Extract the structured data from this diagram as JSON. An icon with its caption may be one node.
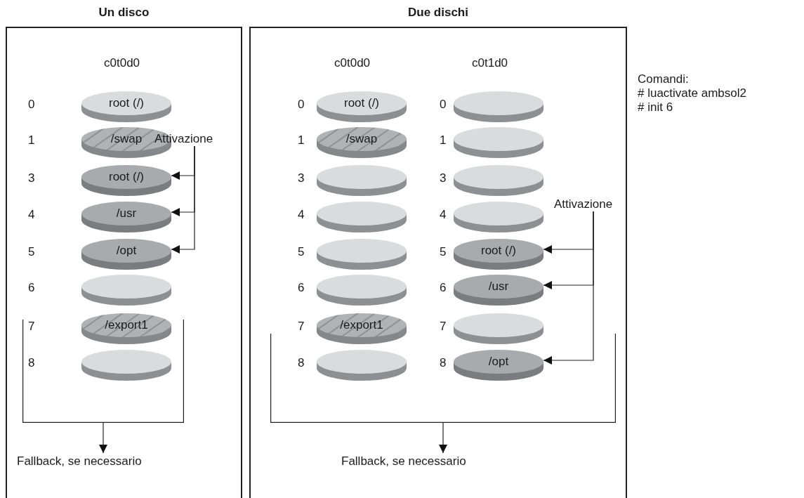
{
  "diagram": {
    "nodes": [
      {
        "text": [
          "Un disco"
        ]
      },
      {
        "text": [
          "root (/)"
        ],
        "in": 0,
        "beside": [
          "0"
        ]
      },
      {
        "text": [
          "/swap"
        ],
        "in": 0,
        "beside": [
          "1"
        ]
      },
      {
        "text": [
          "root (/)"
        ],
        "in": 0,
        "beside": [
          "3"
        ]
      },
      {
        "text": [
          "/usr"
        ],
        "in": 0,
        "beside": [
          "4"
        ]
      },
      {
        "text": [
          "/opt"
        ],
        "in": 0,
        "beside": [
          "5"
        ]
      },
      {
        "text": [],
        "shape": "cylinder",
        "in": 0,
        "beside": [
          "6"
        ]
      },
      {
        "text": [
          "/export1"
        ],
        "in": 0,
        "beside": [
          "7"
        ]
      },
      {
        "text": [],
        "shape": "cylinder",
        "in": 0,
        "beside": [
          "8"
        ]
      },
      {
        "text": [
          "Attivazione"
        ],
        "in": 0
      },
      {
        "text": [
          "Fallback, se necessario"
        ],
        "in": 0
      },
      {
        "text": [
          "Due dischi"
        ]
      },
      {
        "text": [
          "root (/)"
        ],
        "in": 11,
        "beside": [
          "0"
        ]
      },
      {
        "text": [
          "/swap"
        ],
        "in": 11,
        "beside": [
          "1"
        ]
      },
      {
        "text": [],
        "shape": "cylinder",
        "in": 11,
        "beside": [
          "3"
        ]
      },
      {
        "text": [],
        "shape": "cylinder",
        "in": 11,
        "beside": [
          "4"
        ]
      },
      {
        "text": [],
        "shape": "cylinder",
        "in": 11,
        "beside": [
          "5"
        ]
      },
      {
        "text": [],
        "shape": "cylinder",
        "in": 11,
        "beside": [
          "6"
        ]
      },
      {
        "text": [
          "/export1"
        ],
        "in": 11,
        "beside": [
          "7"
        ]
      },
      {
        "text": [],
        "shape": "cylinder",
        "in": 11,
        "beside": [
          "8"
        ]
      },
      {
        "text": [],
        "shape": "cylinder",
        "in": 11,
        "beside": [
          "0"
        ]
      },
      {
        "text": [],
        "shape": "cylinder",
        "in": 11,
        "beside": [
          "1"
        ]
      },
      {
        "text": [],
        "shape": "cylinder",
        "in": 11,
        "beside": [
          "3"
        ]
      },
      {
        "text": [],
        "shape": "cylinder",
        "in": 11,
        "beside": [
          "4"
        ]
      },
      {
        "text": [
          "root (/)"
        ],
        "in": 11,
        "beside": [
          "5"
        ]
      },
      {
        "text": [
          "/usr"
        ],
        "in": 11,
        "beside": [
          "6"
        ]
      },
      {
        "text": [],
        "shape": "cylinder",
        "in": 11,
        "beside": [
          "7"
        ]
      },
      {
        "text": [
          "/opt"
        ],
        "in": 11,
        "beside": [
          "8"
        ]
      },
      {
        "text": [
          "Attivazione"
        ],
        "in": 11
      },
      {
        "text": [
          "Fallback, se necessario"
        ],
        "in": 11
      },
      {
        "text": [],
        "shape": "bracket",
        "in": 0
      },
      {
        "text": [],
        "shape": "bracket",
        "in": 11
      }
    ],
    "edges": [
      {
        "from": 9,
        "to": 3,
        "arrow": "to"
      },
      {
        "from": 9,
        "to": 4,
        "arrow": "to"
      },
      {
        "from": 9,
        "to": 5,
        "arrow": "to"
      },
      {
        "from": 30,
        "to": 10,
        "arrow": "to"
      },
      {
        "from": 28,
        "to": 24,
        "arrow": "to"
      },
      {
        "from": 28,
        "to": 25,
        "arrow": "to"
      },
      {
        "from": 28,
        "to": 27,
        "arrow": "to"
      },
      {
        "from": 31,
        "to": 29,
        "arrow": "to"
      }
    ],
    "labels": [
      "c0t0d0",
      "c0t0d0",
      "c0t1d0",
      "Comandi:",
      "# luactivate ambsol2",
      "# init 6"
    ]
  }
}
